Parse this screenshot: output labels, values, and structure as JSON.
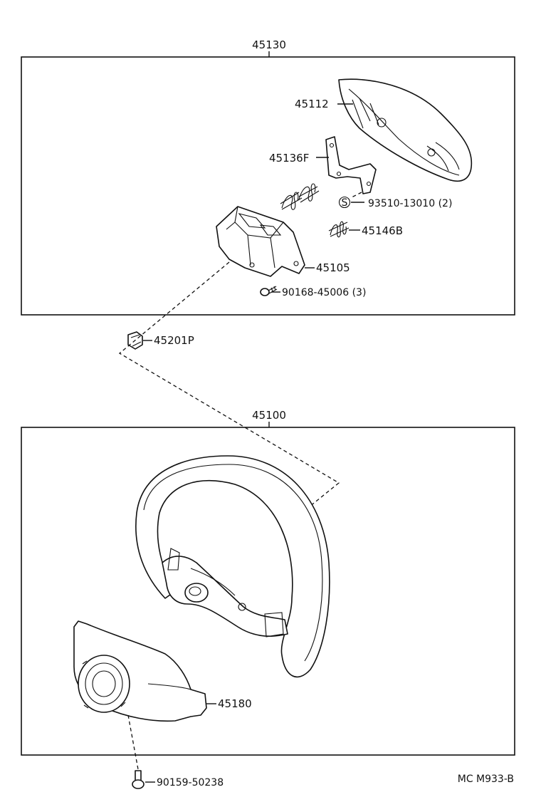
{
  "groups": {
    "pad_assembly": "45130",
    "wheel_assembly": "45100"
  },
  "parts": {
    "p45112": "45112",
    "p45136F": "45136F",
    "p93510": "93510-13010 (2)",
    "p45146B": "45146B",
    "p45105": "45105",
    "p90168": "90168-45006 (3)",
    "p45201P": "45201P",
    "p45180": "45180",
    "p90159": "90159-50238"
  },
  "symbols": {
    "s_mark": "S"
  },
  "drawing_code": "MC M933-B"
}
